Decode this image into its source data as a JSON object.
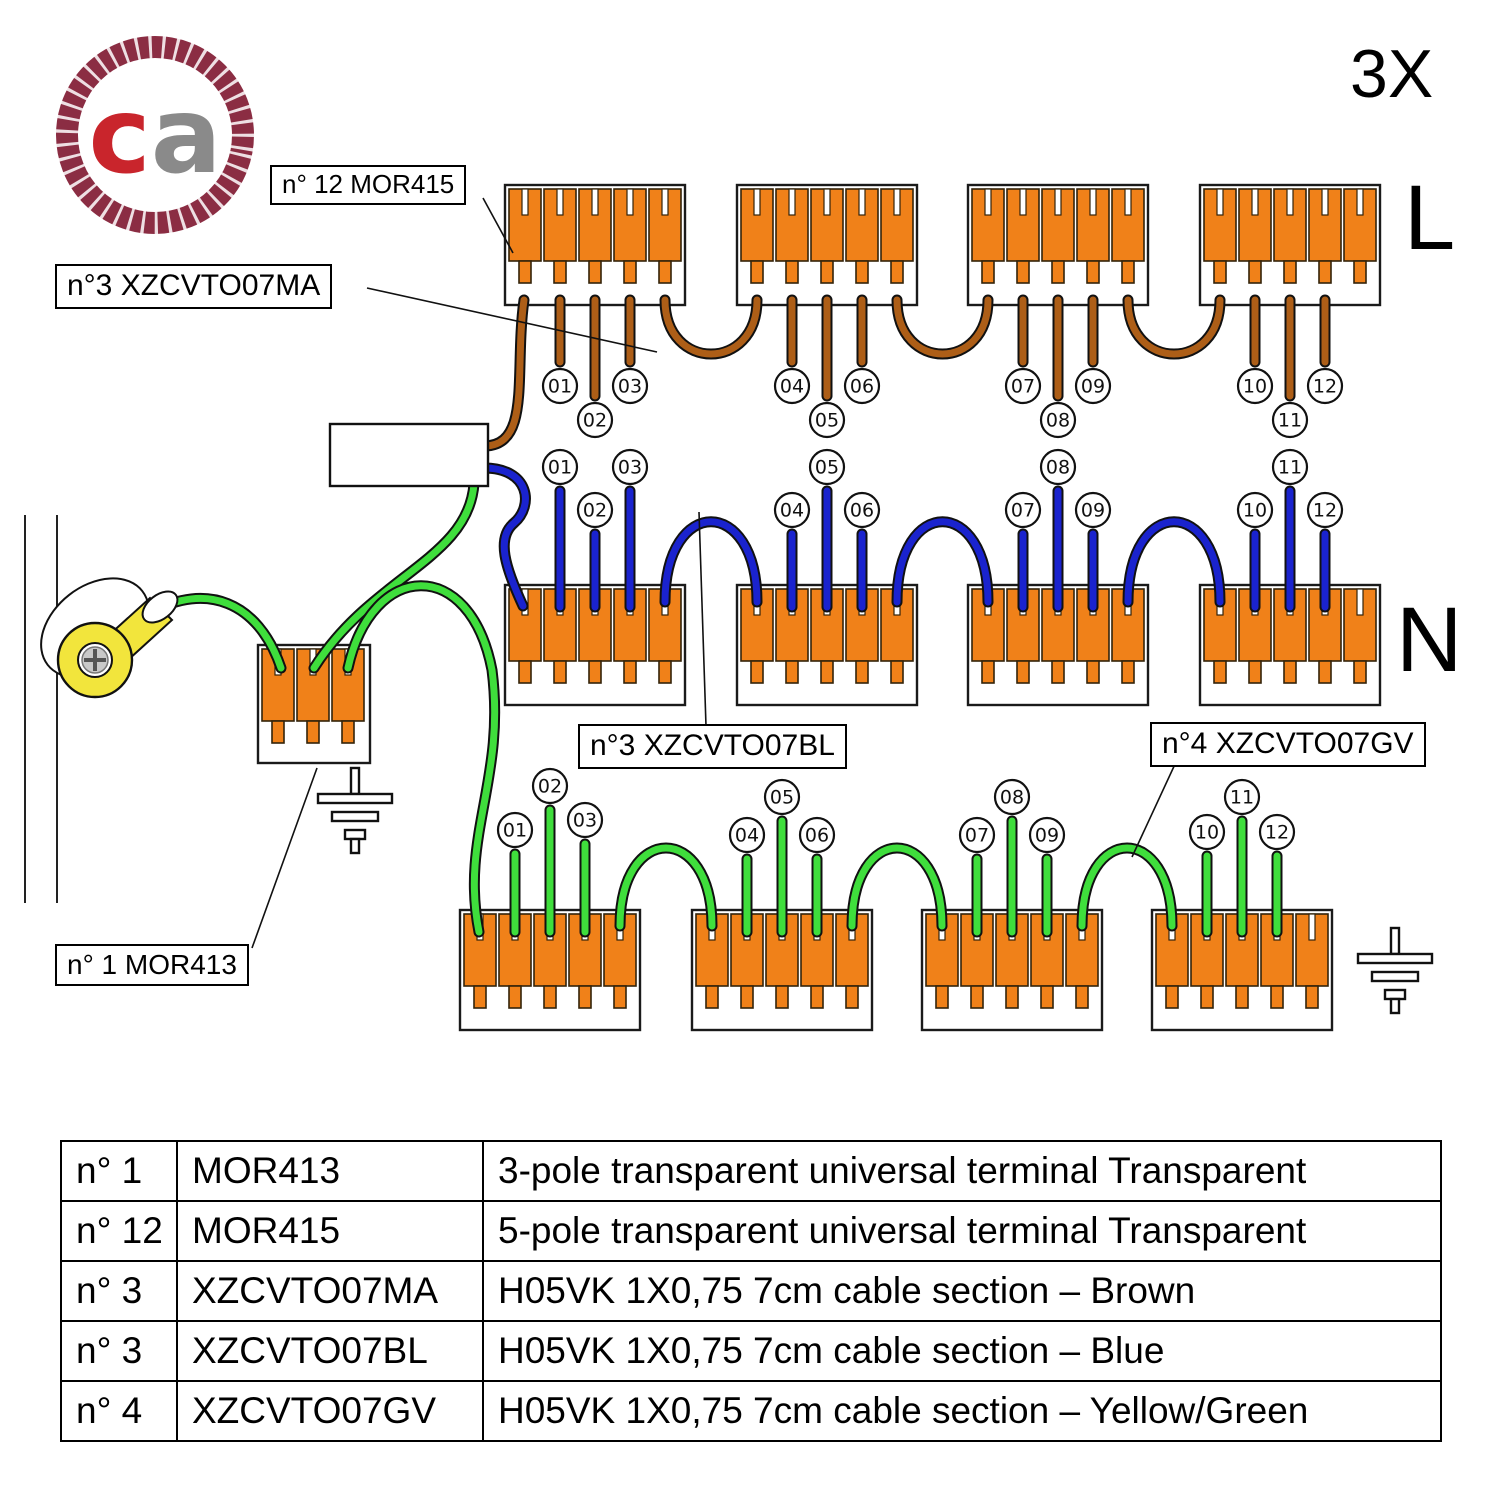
{
  "colors": {
    "brown": "#AD5E17",
    "blue": "#1A23CE",
    "green": "#3FDE3C",
    "orange": "#F08119",
    "yellow": "#F2E53C",
    "logo_ring": "#8B2D43",
    "logo_c": "#C9252C",
    "logo_a": "#8A8A8A"
  },
  "logo": {
    "text_c": "c",
    "text_a": "a"
  },
  "header": {
    "quantity_label": "3X"
  },
  "line_labels": {
    "live": "L",
    "neutral": "N"
  },
  "callouts": {
    "mor415": "n° 12  MOR415",
    "brown_cable": "n°3 XZCVTO07MA",
    "blue_cable": "n°3 XZCVTO07BL",
    "green_cable": "n°4 XZCVTO07GV",
    "mor413": "n° 1  MOR413"
  },
  "position_labels": [
    "01",
    "02",
    "03",
    "04",
    "05",
    "06",
    "07",
    "08",
    "09",
    "10",
    "11",
    "12"
  ],
  "table": {
    "rows": [
      {
        "qty": "n° 1",
        "code": "MOR413",
        "desc": "3-pole transparent universal terminal Transparent"
      },
      {
        "qty": "n° 12",
        "code": "MOR415",
        "desc": "5-pole transparent universal terminal Transparent"
      },
      {
        "qty": "n° 3",
        "code": "XZCVTO07MA",
        "desc": "H05VK 1X0,75 7cm cable section – Brown"
      },
      {
        "qty": "n° 3",
        "code": "XZCVTO07BL",
        "desc": "H05VK 1X0,75 7cm cable section – Blue"
      },
      {
        "qty": "n° 4",
        "code": "XZCVTO07GV",
        "desc": "H05VK 1X0,75 7cm cable section – Yellow/Green"
      }
    ]
  }
}
